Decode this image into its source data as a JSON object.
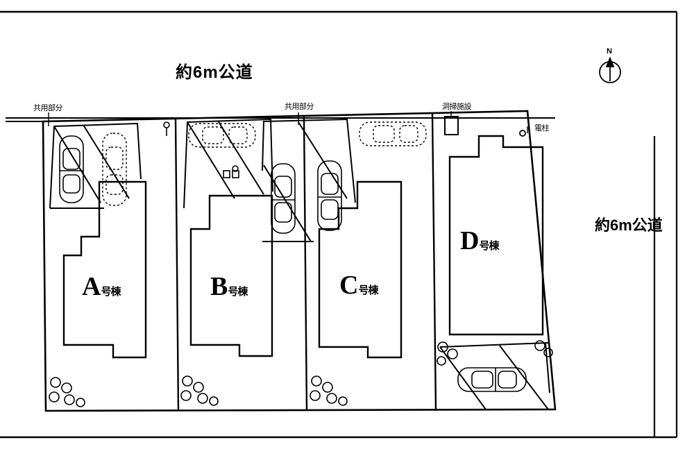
{
  "map": {
    "title_top_road": "約6m公道",
    "right_road": "約6m公道",
    "north_label": "N",
    "annotations": {
      "shared_left": "共用部分",
      "shared_middle": "共用部分",
      "drainage": "洞掃施設",
      "utility_pole": "電柱"
    },
    "lots": [
      {
        "id": "A",
        "label": "A",
        "suffix": "号棟"
      },
      {
        "id": "B",
        "label": "B",
        "suffix": "号棟"
      },
      {
        "id": "C",
        "label": "C",
        "suffix": "号棟"
      },
      {
        "id": "D",
        "label": "D",
        "suffix": "号棟"
      }
    ],
    "colors": {
      "line": "#000000",
      "background": "#ffffff"
    }
  }
}
